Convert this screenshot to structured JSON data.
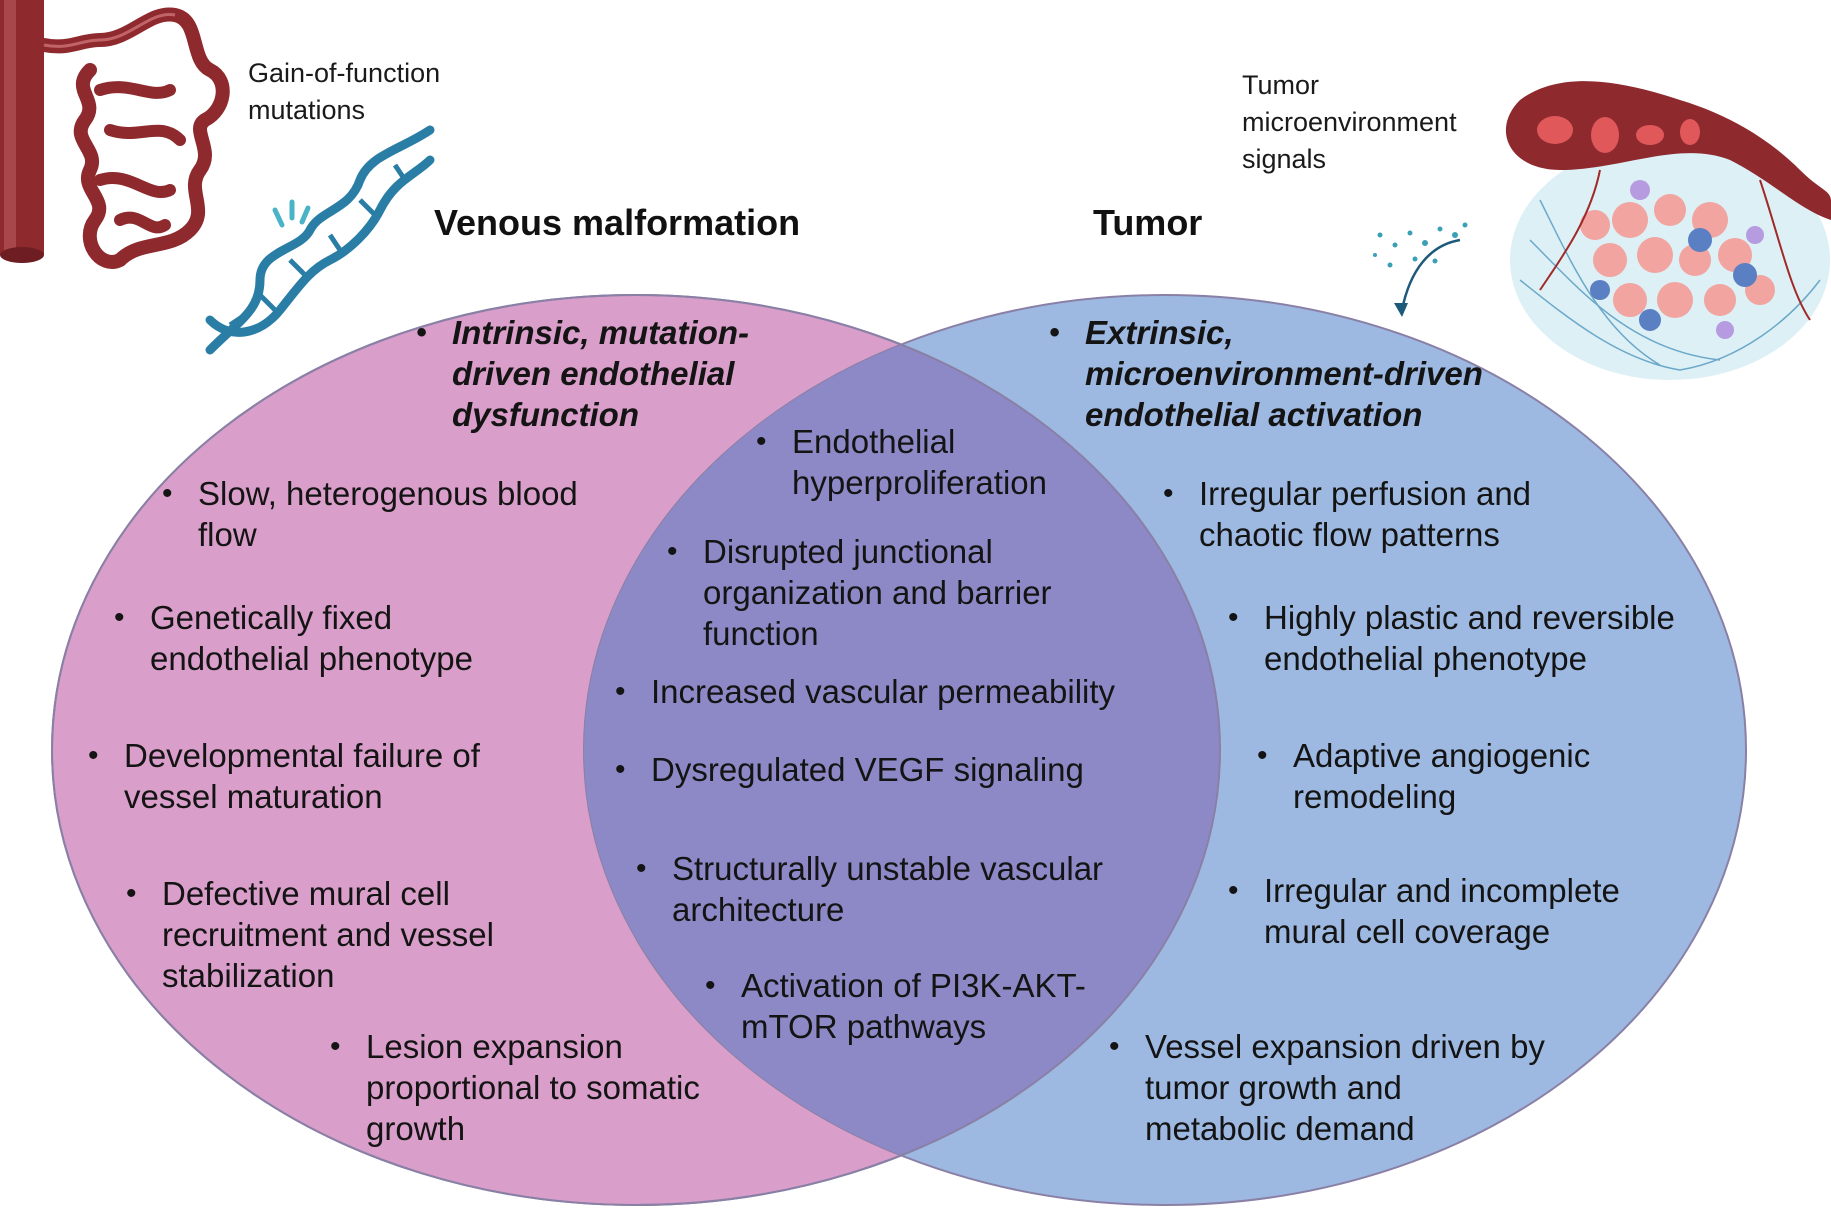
{
  "labels": {
    "left_title": "Venous malformation",
    "right_title": "Tumor",
    "left_caption": [
      "Gain-of-function",
      "mutations"
    ],
    "right_caption": [
      "Tumor",
      "microenvironment",
      "signals"
    ]
  },
  "colors": {
    "left_fill": "#d99ec9",
    "right_fill": "#9db9e2",
    "overlap_fill": "#8c89c6",
    "outline": "#8a80a6",
    "text": "#141414"
  },
  "left_items": [
    {
      "text": "Intrinsic, mutation-driven endothelial dysfunction",
      "lines": [
        "Intrinsic, mutation-",
        "driven endothelial",
        "dysfunction"
      ],
      "emphasis": true
    },
    {
      "lines": [
        "Slow, heterogenous blood",
        "flow"
      ]
    },
    {
      "lines": [
        "Genetically fixed",
        "endothelial phenotype"
      ]
    },
    {
      "lines": [
        "Developmental failure of",
        "vessel maturation"
      ]
    },
    {
      "lines": [
        "Defective mural cell",
        "recruitment and vessel",
        "stabilization"
      ]
    },
    {
      "lines": [
        "Lesion expansion",
        "proportional to somatic",
        "growth"
      ]
    }
  ],
  "shared_items": [
    {
      "lines": [
        "Endothelial",
        "hyperproliferation"
      ]
    },
    {
      "lines": [
        "Disrupted junctional",
        "organization and barrier",
        "function"
      ]
    },
    {
      "lines": [
        "Increased vascular permeability"
      ]
    },
    {
      "lines": [
        "Dysregulated VEGF signaling"
      ]
    },
    {
      "lines": [
        "Structurally unstable vascular",
        "architecture"
      ]
    },
    {
      "lines": [
        "Activation of PI3K-AKT-",
        "mTOR pathways"
      ]
    }
  ],
  "right_items": [
    {
      "lines": [
        "Extrinsic,",
        "microenvironment-driven",
        "endothelial activation"
      ],
      "emphasis": true
    },
    {
      "lines": [
        "Irregular perfusion and",
        "chaotic flow patterns"
      ]
    },
    {
      "lines": [
        "Highly plastic and reversible",
        "endothelial phenotype"
      ]
    },
    {
      "lines": [
        "Adaptive angiogenic",
        "remodeling"
      ]
    },
    {
      "lines": [
        "Irregular and incomplete",
        "mural cell coverage"
      ]
    },
    {
      "lines": [
        "Vessel expansion driven by",
        "tumor growth and",
        "metabolic demand"
      ]
    }
  ],
  "icons": {
    "left_top": "tortuous-vessel-icon",
    "dna": "dna-helix-icon",
    "right_top": "tumor-vessel-icon",
    "signal_arrow": "signal-arrow-icon"
  }
}
